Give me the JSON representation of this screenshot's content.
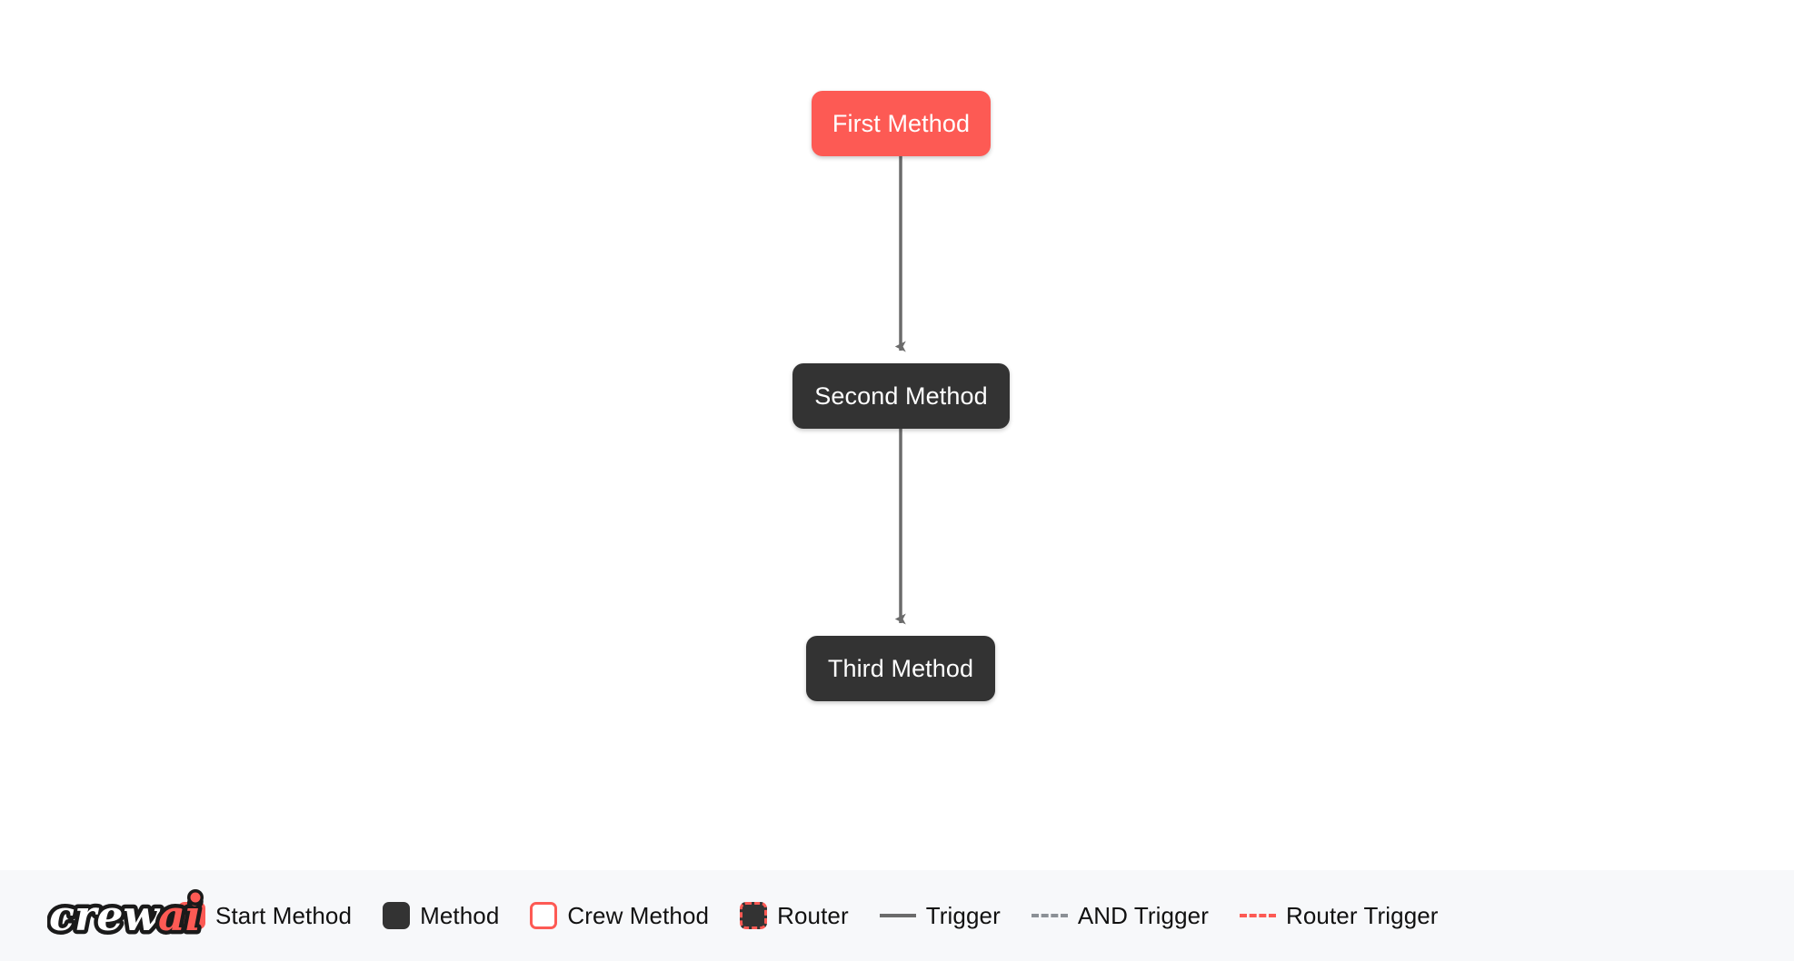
{
  "canvas": {
    "background_color": "#ffffff",
    "nodes": [
      {
        "id": "first",
        "label": "First Method",
        "type": "start-method",
        "color": "#fd5a54"
      },
      {
        "id": "second",
        "label": "Second Method",
        "type": "method",
        "color": "#333333"
      },
      {
        "id": "third",
        "label": "Third Method",
        "type": "method",
        "color": "#333333"
      }
    ],
    "edges": [
      {
        "from": "first",
        "to": "second",
        "style": "trigger",
        "color": "#6b6b6b"
      },
      {
        "from": "second",
        "to": "third",
        "style": "trigger",
        "color": "#6b6b6b"
      }
    ]
  },
  "legend": {
    "background_color": "#f7f8fa",
    "logo_text_primary": "crew",
    "logo_text_accent": "ai",
    "items": [
      {
        "label": "Start Method",
        "marker": "square-filled",
        "color": "#fd5a54"
      },
      {
        "label": "Method",
        "marker": "square-filled",
        "color": "#333333"
      },
      {
        "label": "Crew Method",
        "marker": "square-outline",
        "color": "#fd5a54"
      },
      {
        "label": "Router",
        "marker": "square-dashed",
        "color": "#fd5a54"
      },
      {
        "label": "Trigger",
        "marker": "line-solid",
        "color": "#6b6b6b"
      },
      {
        "label": "AND Trigger",
        "marker": "line-dashed",
        "color": "#8b9096"
      },
      {
        "label": "Router Trigger",
        "marker": "line-dashed",
        "color": "#fd5a54"
      }
    ]
  }
}
